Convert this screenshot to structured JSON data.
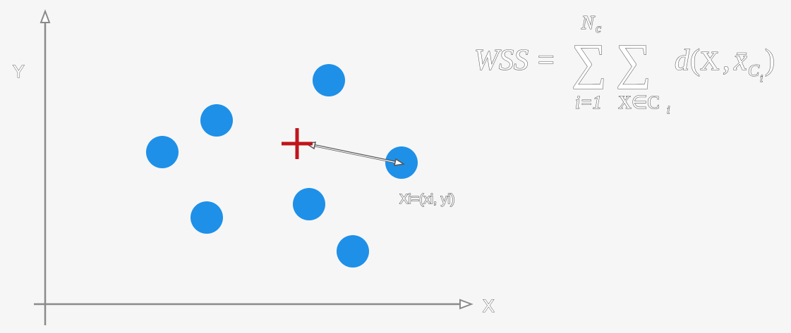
{
  "axes": {
    "x_label": "X",
    "y_label": "Y"
  },
  "point_label": "Xi=(xi, yi)",
  "formula": {
    "lhs": "WSS",
    "equals": "=",
    "sum1_upper_base": "N",
    "sum1_upper_sub": "c",
    "sum1_lower": "i=1",
    "sum_symbol": "∑",
    "sum2_lower_main": "X∈C",
    "sum2_lower_sub": "i",
    "term_fn": "d",
    "term_open": "(",
    "term_x": "X",
    "term_comma": ",",
    "term_xbar": "x̄",
    "term_xbar_sub_main": "C",
    "term_xbar_sub_sub": "i",
    "term_close": ")"
  },
  "colors": {
    "point": "#1e90e8",
    "centroid": "#c0141b",
    "axis": "#8a8a8a"
  }
}
